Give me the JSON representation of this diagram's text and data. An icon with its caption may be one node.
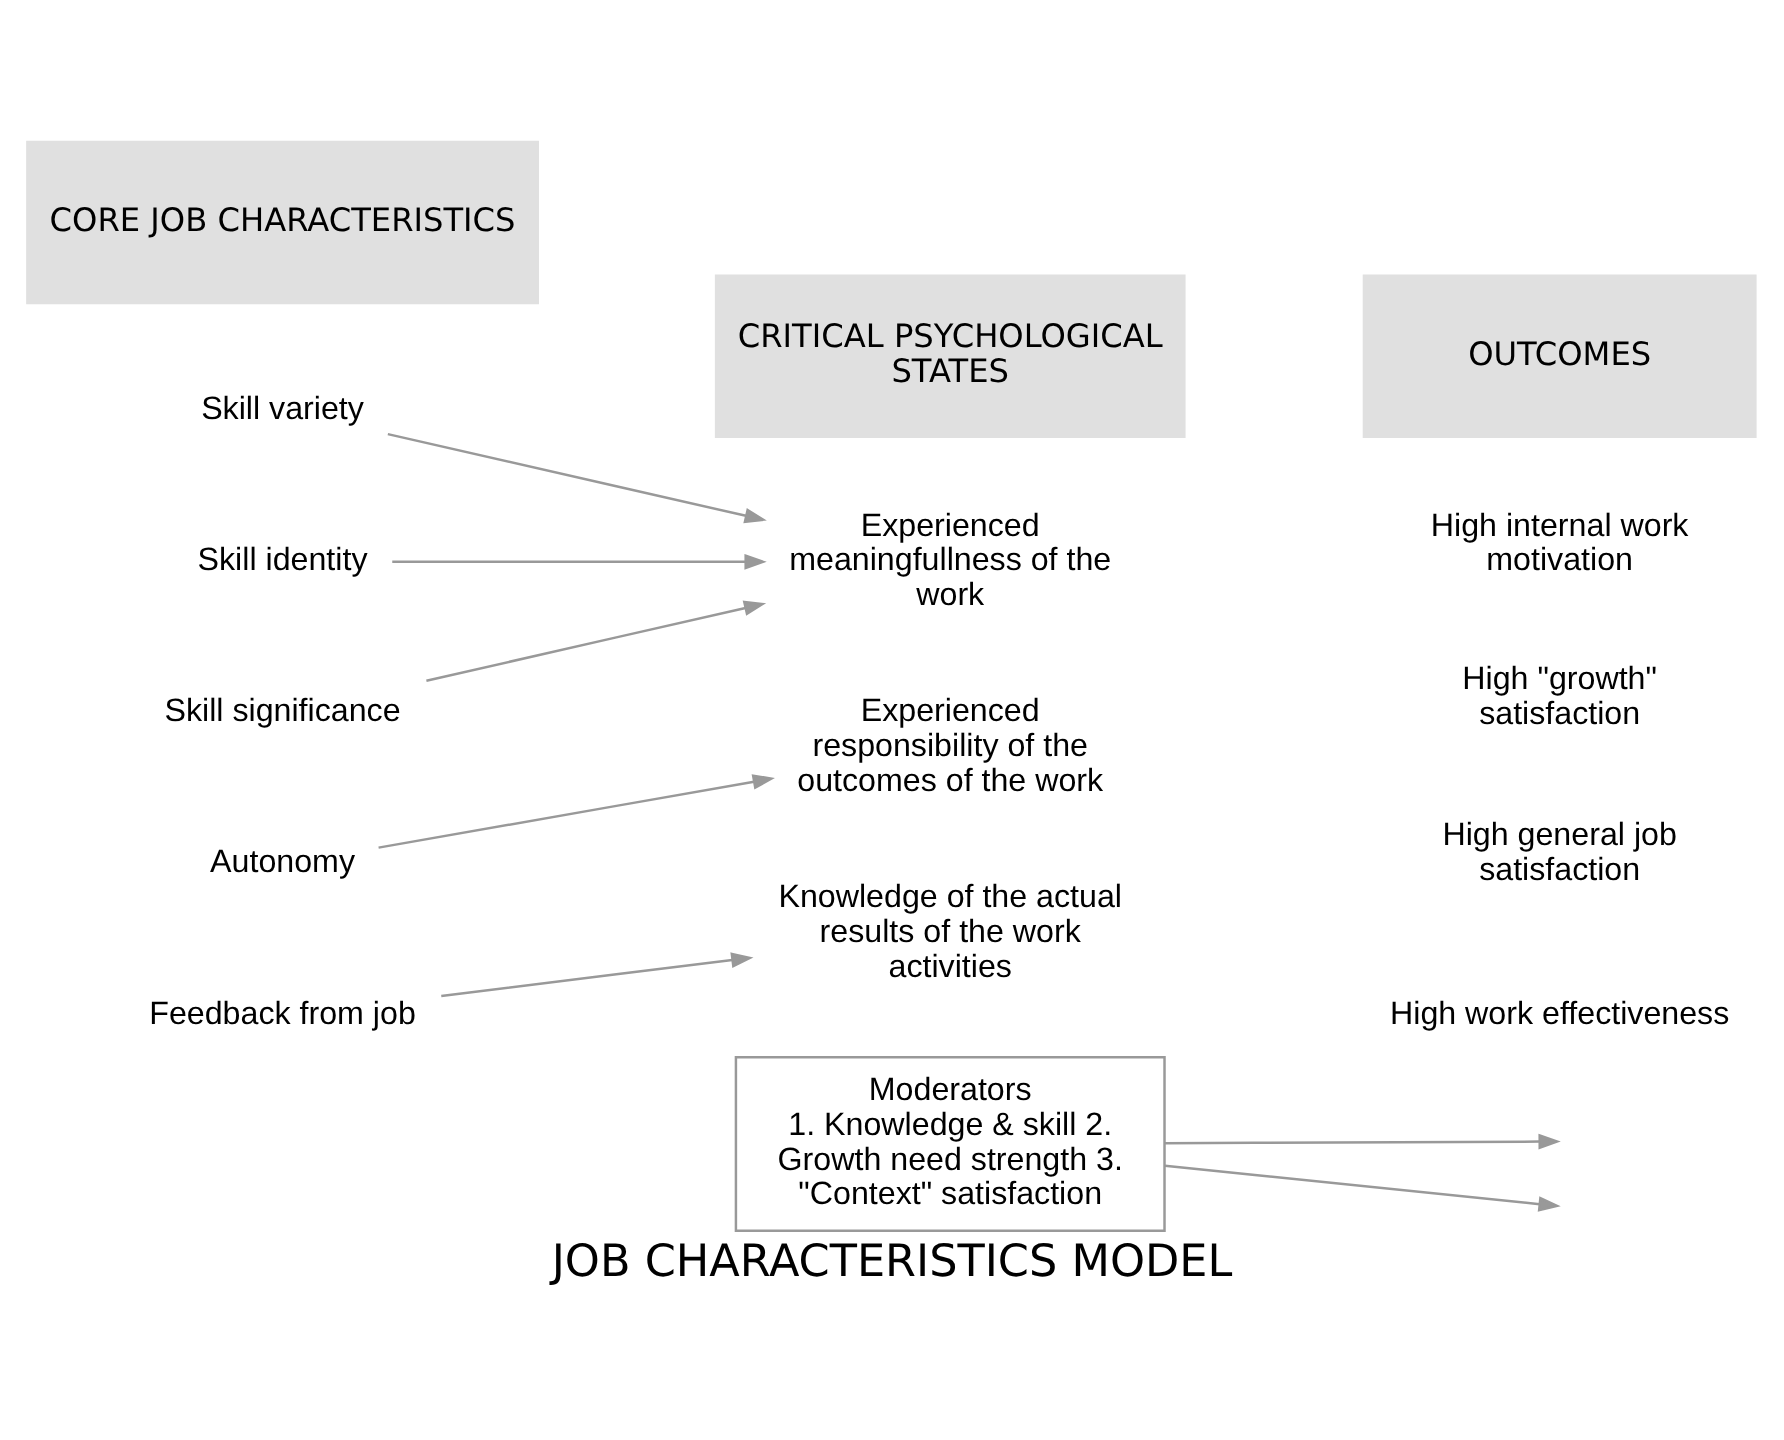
{
  "diagram": {
    "caption": "JOB CHARACTERISTICS MODEL",
    "nodes": [
      {
        "text": [
          "CORE JOB CHARACTERISTICS"
        ]
      },
      {
        "text": [
          "CRITICAL PSYCHOLOGICAL STATES"
        ]
      },
      {
        "text": [
          "OUTCOMES"
        ]
      },
      {
        "text": [
          "Skill variety"
        ]
      },
      {
        "text": [
          "Skill identity"
        ]
      },
      {
        "text": [
          "Skill significance"
        ]
      },
      {
        "text": [
          "Experienced meaningfullness of the work"
        ]
      },
      {
        "text": [
          "Autonomy"
        ]
      },
      {
        "text": [
          "Experienced responsibility of the outcomes of the work"
        ]
      },
      {
        "text": [
          "Feedback from job"
        ]
      },
      {
        "text": [
          "Knowledge of the actual results of the work activities"
        ]
      },
      {
        "text": [
          "High internal work motivation"
        ]
      },
      {
        "text": [
          "High \"growth\" satisfaction"
        ]
      },
      {
        "text": [
          "High general job satisfaction"
        ]
      },
      {
        "text": [
          "High work effectiveness"
        ]
      },
      {
        "text": [
          "Moderators",
          "1. Knowledge & skill 2. Growth need strength 3. \"Context\" satisfaction"
        ]
      }
    ],
    "edges": [
      {
        "from": 3,
        "to": 6,
        "arrow": "to"
      },
      {
        "from": 4,
        "to": 6,
        "arrow": "to"
      },
      {
        "from": 5,
        "to": 6,
        "arrow": "to"
      },
      {
        "from": 7,
        "to": 8,
        "arrow": "to"
      },
      {
        "from": 9,
        "to": 10,
        "arrow": "to"
      },
      {
        "from": 15,
        "to": null,
        "arrow": "to"
      },
      {
        "from": 15,
        "to": null,
        "arrow": "to"
      }
    ]
  }
}
